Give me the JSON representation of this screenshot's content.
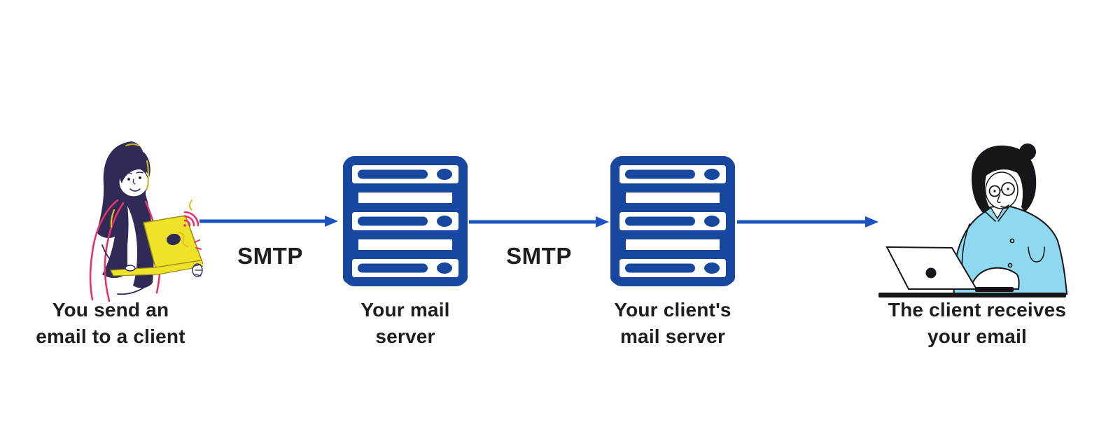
{
  "nodes": [
    {
      "id": "sender",
      "line1": "You send an",
      "line2": "email to a client"
    },
    {
      "id": "your-mail-server",
      "line1": "Your mail",
      "line2": "server"
    },
    {
      "id": "client-mail-server",
      "line1": "Your client's",
      "line2": "mail server"
    },
    {
      "id": "recipient",
      "line1": "The client receives",
      "line2": "your email"
    }
  ],
  "edges": [
    {
      "from": "sender",
      "to": "your-mail-server",
      "label": "SMTP"
    },
    {
      "from": "your-mail-server",
      "to": "client-mail-server",
      "label": "SMTP"
    },
    {
      "from": "client-mail-server",
      "to": "recipient",
      "label": ""
    }
  ],
  "icons": {
    "sender": "person-typing-on-yellow-laptop-icon",
    "mail_server": "server-rack-icon",
    "recipient": "person-at-desk-with-laptop-icon",
    "signal": "wifi-signal-icon"
  },
  "colors": {
    "server_blue": "#17479E",
    "arrow_blue": "#1A52C0",
    "label_text": "#1E1E1E",
    "laptop_yellow": "#EFE32A",
    "hair_navy": "#2F2A56",
    "accent_pink": "#E8336A",
    "shirt_blue": "#8ED9EF",
    "ink_black": "#15151A",
    "accent_yellow": "#E0C41C"
  }
}
